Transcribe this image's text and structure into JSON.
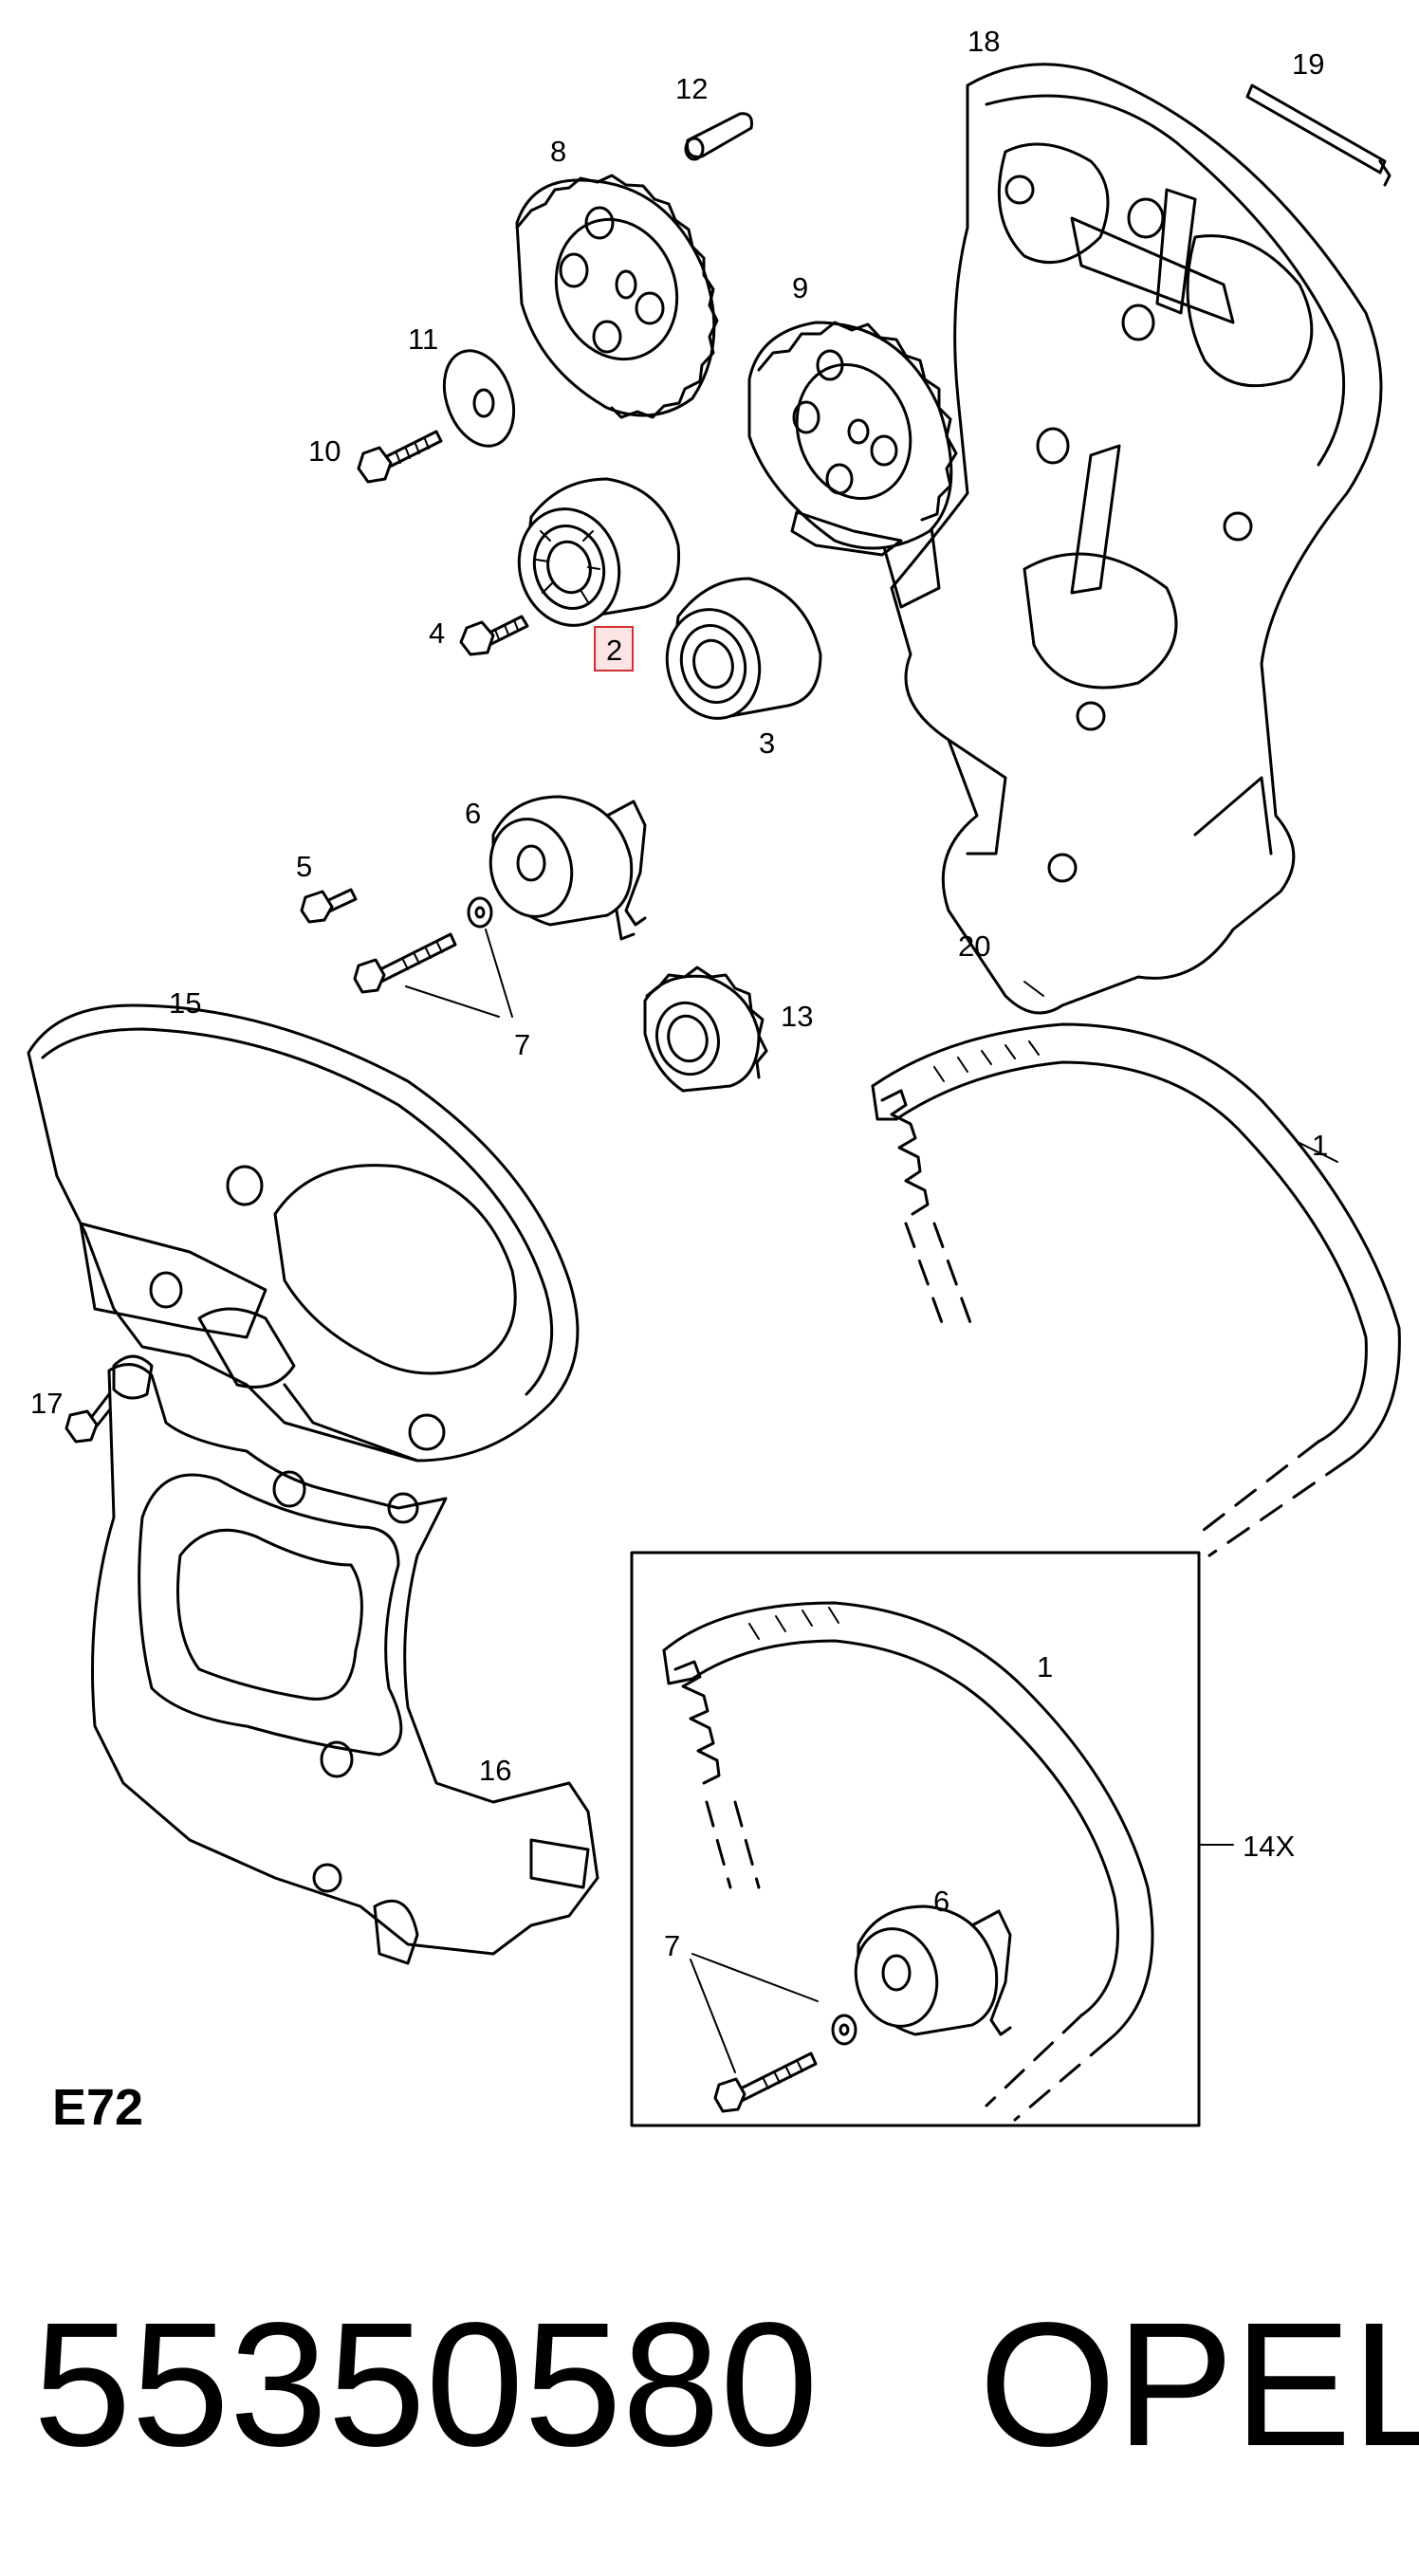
{
  "diagram_code": "E72",
  "part_number": "55350580",
  "brand": "OPEL",
  "highlighted_callout": "2",
  "callouts": {
    "c1": "1",
    "c1b": "1",
    "c2": "2",
    "c3": "3",
    "c4": "4",
    "c5": "5",
    "c6": "6",
    "c6b": "6",
    "c7": "7",
    "c7b": "7",
    "c8": "8",
    "c9": "9",
    "c10": "10",
    "c11": "11",
    "c12": "12",
    "c13": "13",
    "c14x": "14X",
    "c15": "15",
    "c16": "16",
    "c17": "17",
    "c18": "18",
    "c19": "19",
    "c20": "20"
  },
  "highlight_color": "#d03030"
}
